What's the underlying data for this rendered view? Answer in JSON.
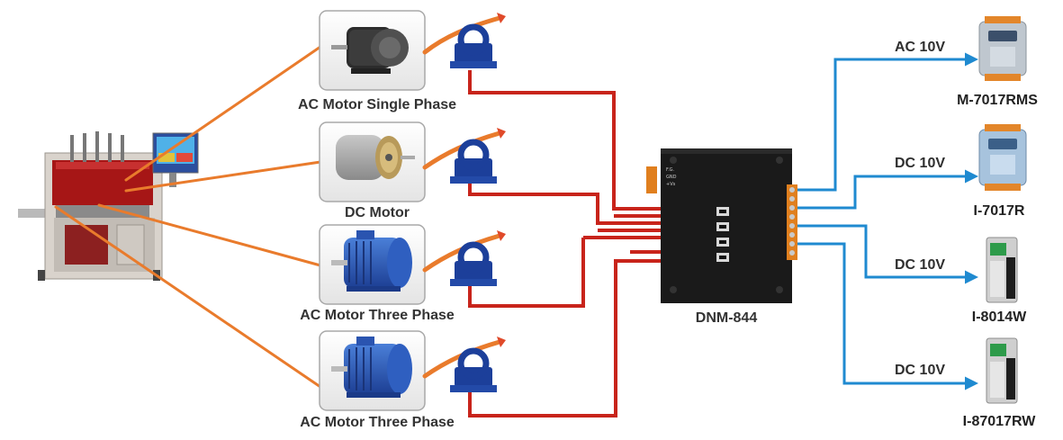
{
  "motors": [
    {
      "label": "AC Motor Single Phase",
      "icon": "single-phase-motor-icon"
    },
    {
      "label": "DC Motor",
      "icon": "dc-motor-icon"
    },
    {
      "label": "AC Motor Three Phase",
      "icon": "three-phase-motor-icon"
    },
    {
      "label": "AC Motor Three Phase",
      "icon": "three-phase-motor-icon"
    }
  ],
  "hub": {
    "label": "DNM-844"
  },
  "outputs": [
    {
      "signal": "AC 10V",
      "device": "M-7017RMS"
    },
    {
      "signal": "DC 10V",
      "device": "I-7017R"
    },
    {
      "signal": "DC 10V",
      "device": "I-8014W"
    },
    {
      "signal": "DC 10V",
      "device": "I-87017RW"
    }
  ],
  "colors": {
    "orange_link": "#e97b2c",
    "red_wire": "#c8241b",
    "blue_wire": "#1f8ad0",
    "box_border": "#a8a8a8"
  }
}
